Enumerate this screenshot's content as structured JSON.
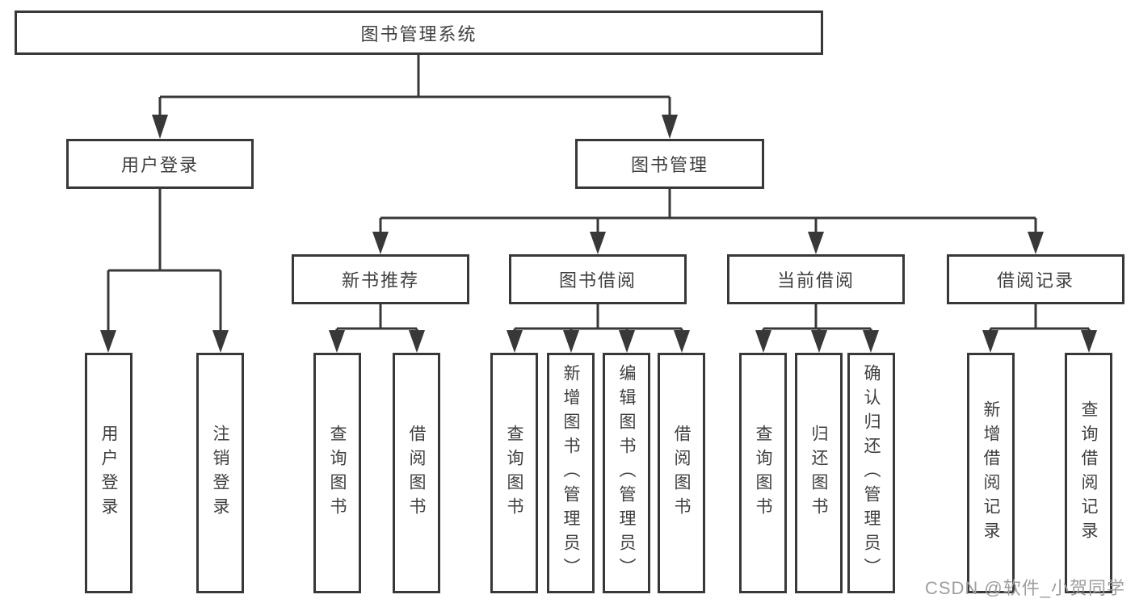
{
  "tree": {
    "label": "图书管理系统",
    "children": [
      {
        "label": "用户登录",
        "children": [
          {
            "label": "用户登录"
          },
          {
            "label": "注销登录"
          }
        ]
      },
      {
        "label": "图书管理",
        "children": [
          {
            "label": "新书推荐",
            "children": [
              {
                "label": "查询图书"
              },
              {
                "label": "借阅图书"
              }
            ]
          },
          {
            "label": "图书借阅",
            "children": [
              {
                "label": "查询图书"
              },
              {
                "label": "新增图书（管理员）"
              },
              {
                "label": "编辑图书（管理员）"
              },
              {
                "label": "借阅图书"
              }
            ]
          },
          {
            "label": "当前借阅",
            "children": [
              {
                "label": "查询图书"
              },
              {
                "label": "归还图书"
              },
              {
                "label": "确认归还（管理员）"
              }
            ]
          },
          {
            "label": "借阅记录",
            "children": [
              {
                "label": "新增借阅记录"
              },
              {
                "label": "查询借阅记录"
              }
            ]
          }
        ]
      }
    ]
  },
  "watermark": {
    "text": "CSDN @软件_小贺同学"
  },
  "colors": {
    "line": "#383838",
    "text": "#3f3f3f",
    "background": "#ffffff",
    "watermark": "#9e9e9e"
  }
}
